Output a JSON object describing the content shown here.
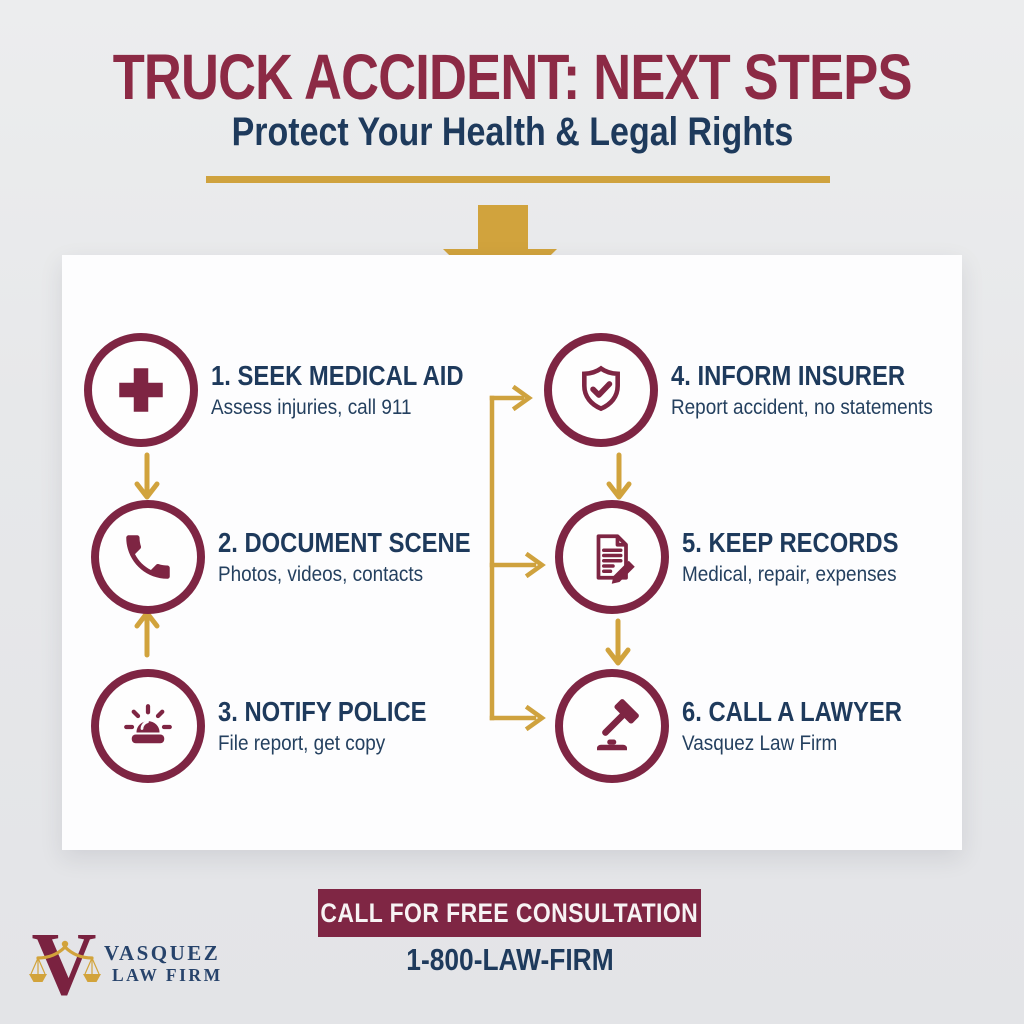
{
  "header": {
    "title": "TRUCK ACCIDENT: NEXT STEPS",
    "subtitle": "Protect Your Health & Legal Rights"
  },
  "steps": [
    {
      "title": "1. SEEK MEDICAL AID",
      "subtitle": "Assess injuries, call 911",
      "icon": "medical-cross-icon"
    },
    {
      "title": "2. DOCUMENT SCENE",
      "subtitle": "Photos, videos, contacts",
      "icon": "phone-icon"
    },
    {
      "title": "3. NOTIFY POLICE",
      "subtitle": "File report, get copy",
      "icon": "siren-icon"
    },
    {
      "title": "4. INFORM INSURER",
      "subtitle": "Report accident, no statements",
      "icon": "shield-check-icon"
    },
    {
      "title": "5. KEEP RECORDS",
      "subtitle": "Medical, repair, expenses",
      "icon": "document-pencil-icon"
    },
    {
      "title": "6. CALL A LAWYER",
      "subtitle": "Vasquez Law Firm",
      "icon": "gavel-icon"
    }
  ],
  "footer": {
    "cta": "CALL FOR FREE CONSULTATION",
    "phone": "1-800-LAW-FIRM"
  },
  "logo": {
    "line1": "VASQUEZ",
    "line2": "LAW FIRM"
  },
  "colors": {
    "maroon_title": "#8c2a45",
    "maroon_ring": "#7e2543",
    "banner_maroon": "#7f2644",
    "navy": "#1e3a5c",
    "gold": "#d1a33d",
    "background": "#e7e8ea",
    "card": "#fdfdfe"
  }
}
